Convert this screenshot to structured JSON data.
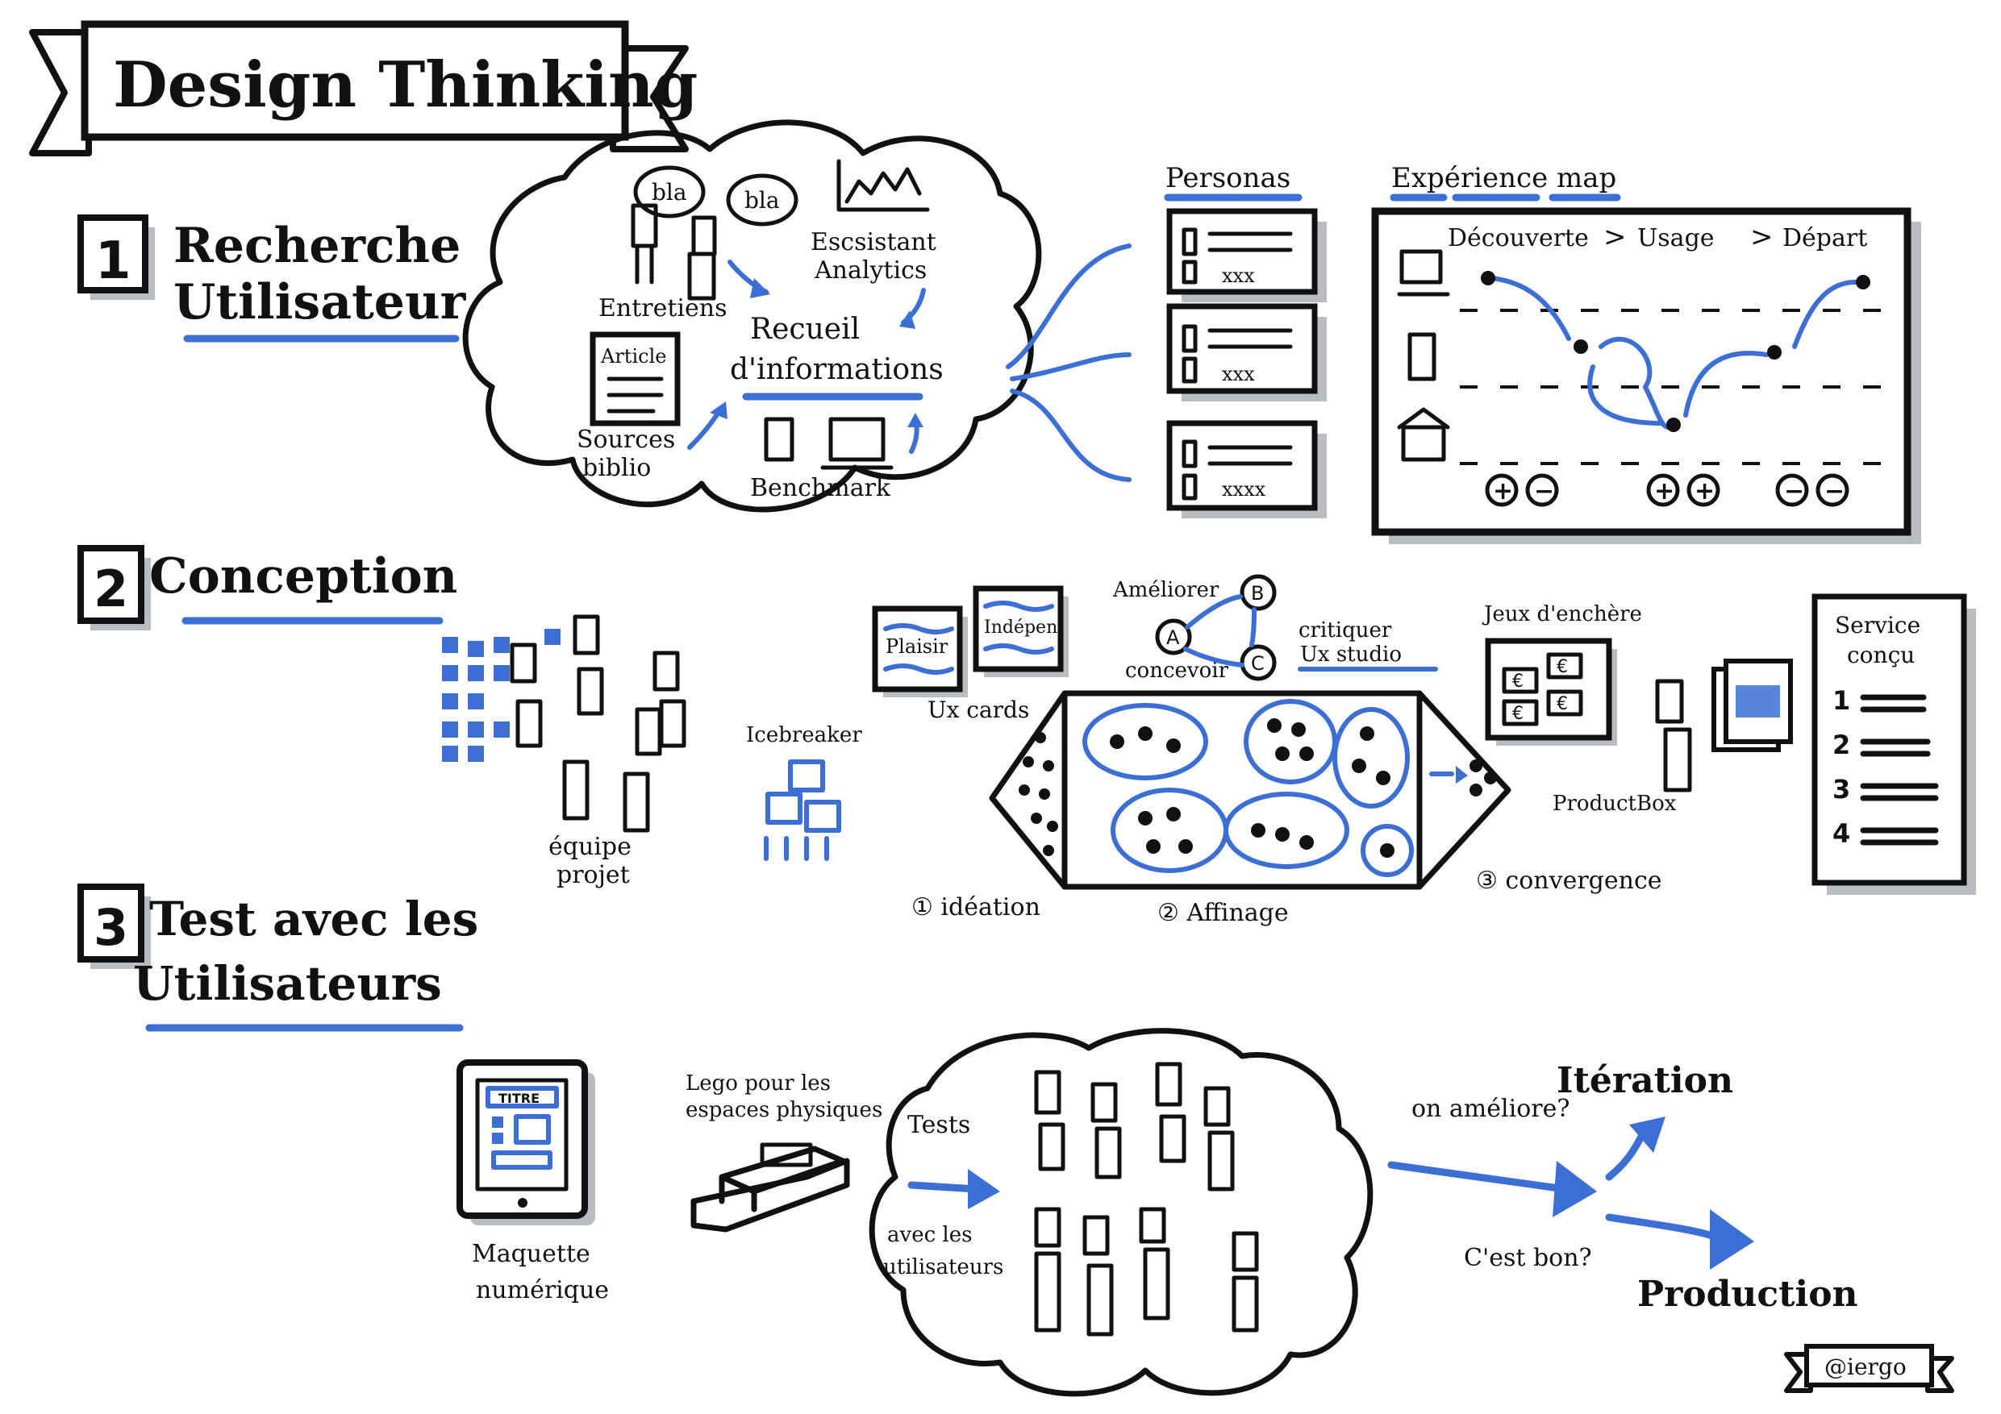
{
  "title": "Design Thinking",
  "sections": [
    {
      "number": "1",
      "line1": "Recherche",
      "line2": "Utilisateur"
    },
    {
      "number": "2",
      "line1": "Conception",
      "line2": ""
    },
    {
      "number": "3",
      "line1": "Test avec les",
      "line2": "Utilisateurs"
    }
  ],
  "research": {
    "bubble1": "bla",
    "bubble2": "bla",
    "interviews": "Entretiens",
    "analytics_line1": "Escsistant",
    "analytics_line2": "Analytics",
    "article": "Article",
    "sources_line1": "Sources",
    "sources_line2": "biblio",
    "center_line1": "Recueil",
    "center_line2": "d'informations",
    "benchmark": "Benchmark"
  },
  "personas": {
    "label": "Personas",
    "cards": [
      {
        "rating": "xxx"
      },
      {
        "rating": "xxx"
      },
      {
        "rating": "xxxx"
      }
    ]
  },
  "experience_map": {
    "label": "Expérience map",
    "stages": [
      "Découverte",
      "Usage",
      "Départ"
    ],
    "separator": ">",
    "bottom_marks": [
      "+",
      "−",
      "+",
      "+",
      "−",
      "−"
    ]
  },
  "conception": {
    "icebreaker": "Icebreaker",
    "team_line1": "équipe",
    "team_line2": "projet",
    "card1": "Plaisir",
    "card2": "Indépen.",
    "ux_cards": "Ux cards",
    "ameliorer": "Améliorer",
    "concevoir": "concevoir",
    "node_a": "A",
    "node_b": "B",
    "node_c": "C",
    "critiquer_line1": "critiquer",
    "critiquer_line2": "Ux studio",
    "auction": "Jeux d'enchère",
    "euro": "€",
    "productbox": "ProductBox",
    "phase1": "① idéation",
    "phase2": "② Affinage",
    "phase3": "③ convergence",
    "service_title_line1": "Service",
    "service_title_line2": "conçu",
    "service_items": [
      "1",
      "2",
      "3",
      "4"
    ]
  },
  "test": {
    "maquette_line1": "Maquette",
    "maquette_line2": "numérique",
    "tablet_title": "TITRE",
    "lego_line1": "Lego pour les",
    "lego_line2": "espaces physiques",
    "tests": "Tests",
    "avec_line1": "avec les",
    "avec_line2": "utilisateurs",
    "question1": "on améliore?",
    "iteration": "Itération",
    "question2": "C'est bon?",
    "production": "Production"
  },
  "signature": "@iergo",
  "colors": {
    "ink": "#111111",
    "accent": "#3b6fd6",
    "shadow": "#b9bcc0"
  }
}
